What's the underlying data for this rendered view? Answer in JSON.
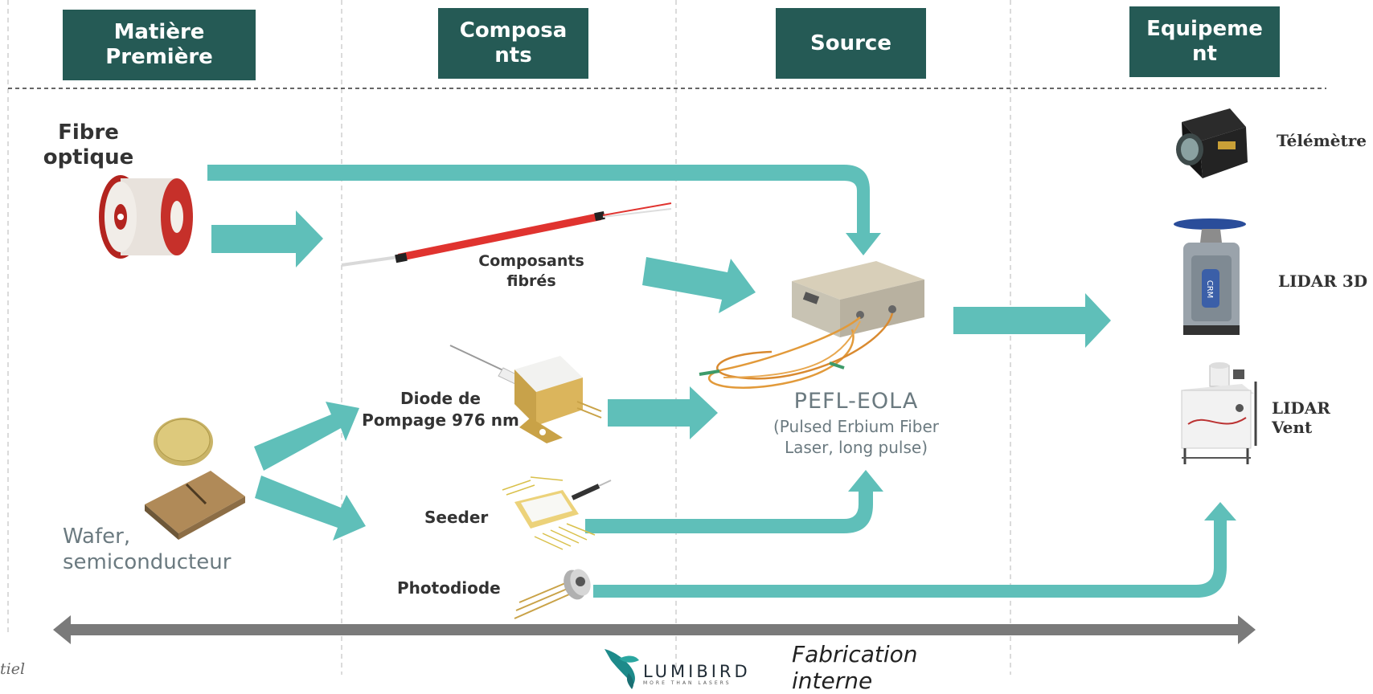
{
  "headers": {
    "raw_material": "Matière Première",
    "components": "Composants",
    "source": "Source",
    "equipment": "Equipement"
  },
  "raw": {
    "fiber_label": "Fibre optique",
    "wafer_label": "Wafer, semiconducteur"
  },
  "components": {
    "fibered": "Composants fibrés",
    "pump_diode": "Diode de Pompage 976 nm",
    "seeder": "Seeder",
    "photodiode": "Photodiode"
  },
  "source": {
    "name": "PEFL-EOLA",
    "description": "(Pulsed Erbium Fiber Laser, long pulse)"
  },
  "equipment": {
    "rangefinder": "Télémètre",
    "lidar_3d": "LIDAR 3D",
    "lidar_wind": "LIDAR Vent"
  },
  "footer": {
    "brand": "LUMIBIRD",
    "tagline": "MORE THAN LASERS",
    "fabrication": "Fabrication interne",
    "partial": "tiel"
  },
  "colors": {
    "header_bg": "#255a55",
    "arrow": "#5fbfb9",
    "timeline": "#7a7a7a"
  }
}
